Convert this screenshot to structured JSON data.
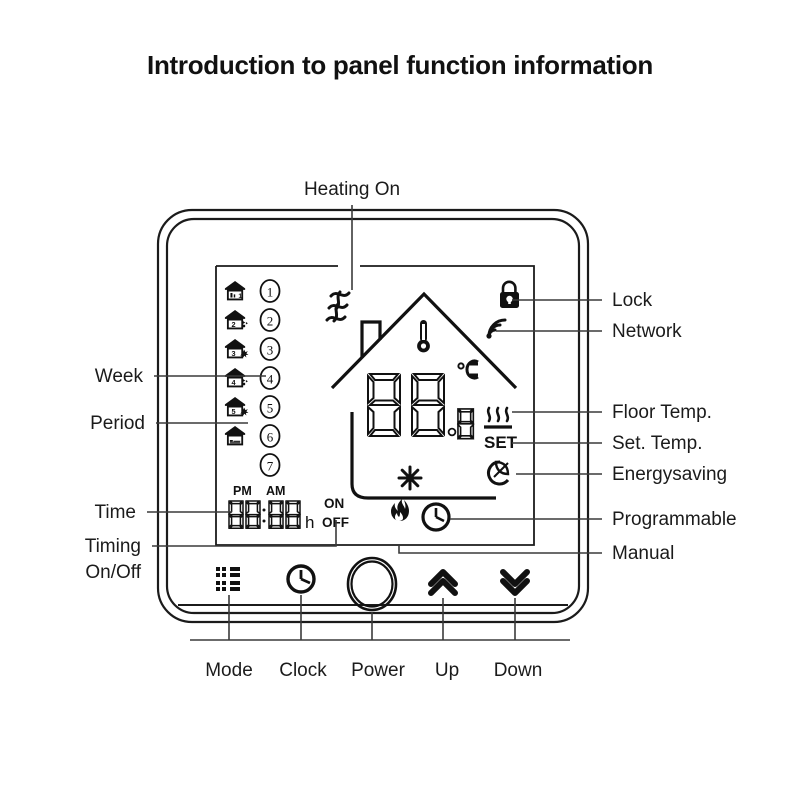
{
  "page": {
    "title": "Introduction to panel function information",
    "background": "#ffffff",
    "ink": "#111111",
    "leader_color": "#3a3a3a"
  },
  "callouts": {
    "top": [
      {
        "id": "heating-on",
        "label": "Heating On"
      }
    ],
    "left": [
      {
        "id": "week",
        "label": "Week"
      },
      {
        "id": "period",
        "label": "Period"
      },
      {
        "id": "time",
        "label": "Time"
      },
      {
        "id": "timing-on-off",
        "label": "Timing",
        "label2": "On/Off"
      }
    ],
    "right": [
      {
        "id": "lock",
        "label": "Lock"
      },
      {
        "id": "network",
        "label": "Network"
      },
      {
        "id": "floor-temp",
        "label": "Floor Temp."
      },
      {
        "id": "set-temp",
        "label": "Set. Temp."
      },
      {
        "id": "energysaving",
        "label": "Energysaving"
      },
      {
        "id": "programmable",
        "label": "Programmable"
      },
      {
        "id": "manual",
        "label": "Manual"
      }
    ],
    "bottom": [
      {
        "id": "mode",
        "label": "Mode"
      },
      {
        "id": "clock",
        "label": "Clock"
      },
      {
        "id": "power",
        "label": "Power"
      },
      {
        "id": "up",
        "label": "Up"
      },
      {
        "id": "down",
        "label": "Down"
      }
    ]
  },
  "lcd": {
    "week_days": [
      "1",
      "2",
      "3",
      "4",
      "5",
      "6",
      "7"
    ],
    "period_icons": [
      {
        "number": "1",
        "icon": "house-wakeup-icon"
      },
      {
        "number": "2",
        "icon": "house-leave-icon"
      },
      {
        "number": "3",
        "icon": "house-away-icon"
      },
      {
        "number": "4",
        "icon": "house-return-icon"
      },
      {
        "number": "5",
        "icon": "house-home-icon"
      },
      {
        "number": "6",
        "icon": "house-sleep-icon"
      }
    ],
    "time": {
      "pm_label": "PM",
      "am_label": "AM",
      "value": "88:88",
      "unit": "h",
      "on_label": "ON",
      "off_label": "OFF"
    },
    "temperature": {
      "value": "88",
      "decimal": "8",
      "unit": "°C",
      "set_label": "SET"
    },
    "status_icons": [
      {
        "id": "heating-waves",
        "name": "heat-waves-icon"
      },
      {
        "id": "lock",
        "name": "padlock-icon"
      },
      {
        "id": "network",
        "name": "wifi-icon"
      },
      {
        "id": "thermometer",
        "name": "thermometer-icon"
      },
      {
        "id": "floor-temp",
        "name": "floor-heating-icon"
      },
      {
        "id": "energysaving",
        "name": "eco-leaf-icon"
      },
      {
        "id": "snowflake",
        "name": "snowflake-icon"
      },
      {
        "id": "manual",
        "name": "flame-icon"
      },
      {
        "id": "programmable",
        "name": "clock-icon"
      }
    ]
  },
  "buttons": [
    {
      "id": "mode",
      "icon": "grid-squares-icon"
    },
    {
      "id": "clock",
      "icon": "clock-face-icon"
    },
    {
      "id": "power",
      "icon": "power-ring-icon"
    },
    {
      "id": "up",
      "icon": "double-chevron-up-icon"
    },
    {
      "id": "down",
      "icon": "double-chevron-down-icon"
    }
  ]
}
